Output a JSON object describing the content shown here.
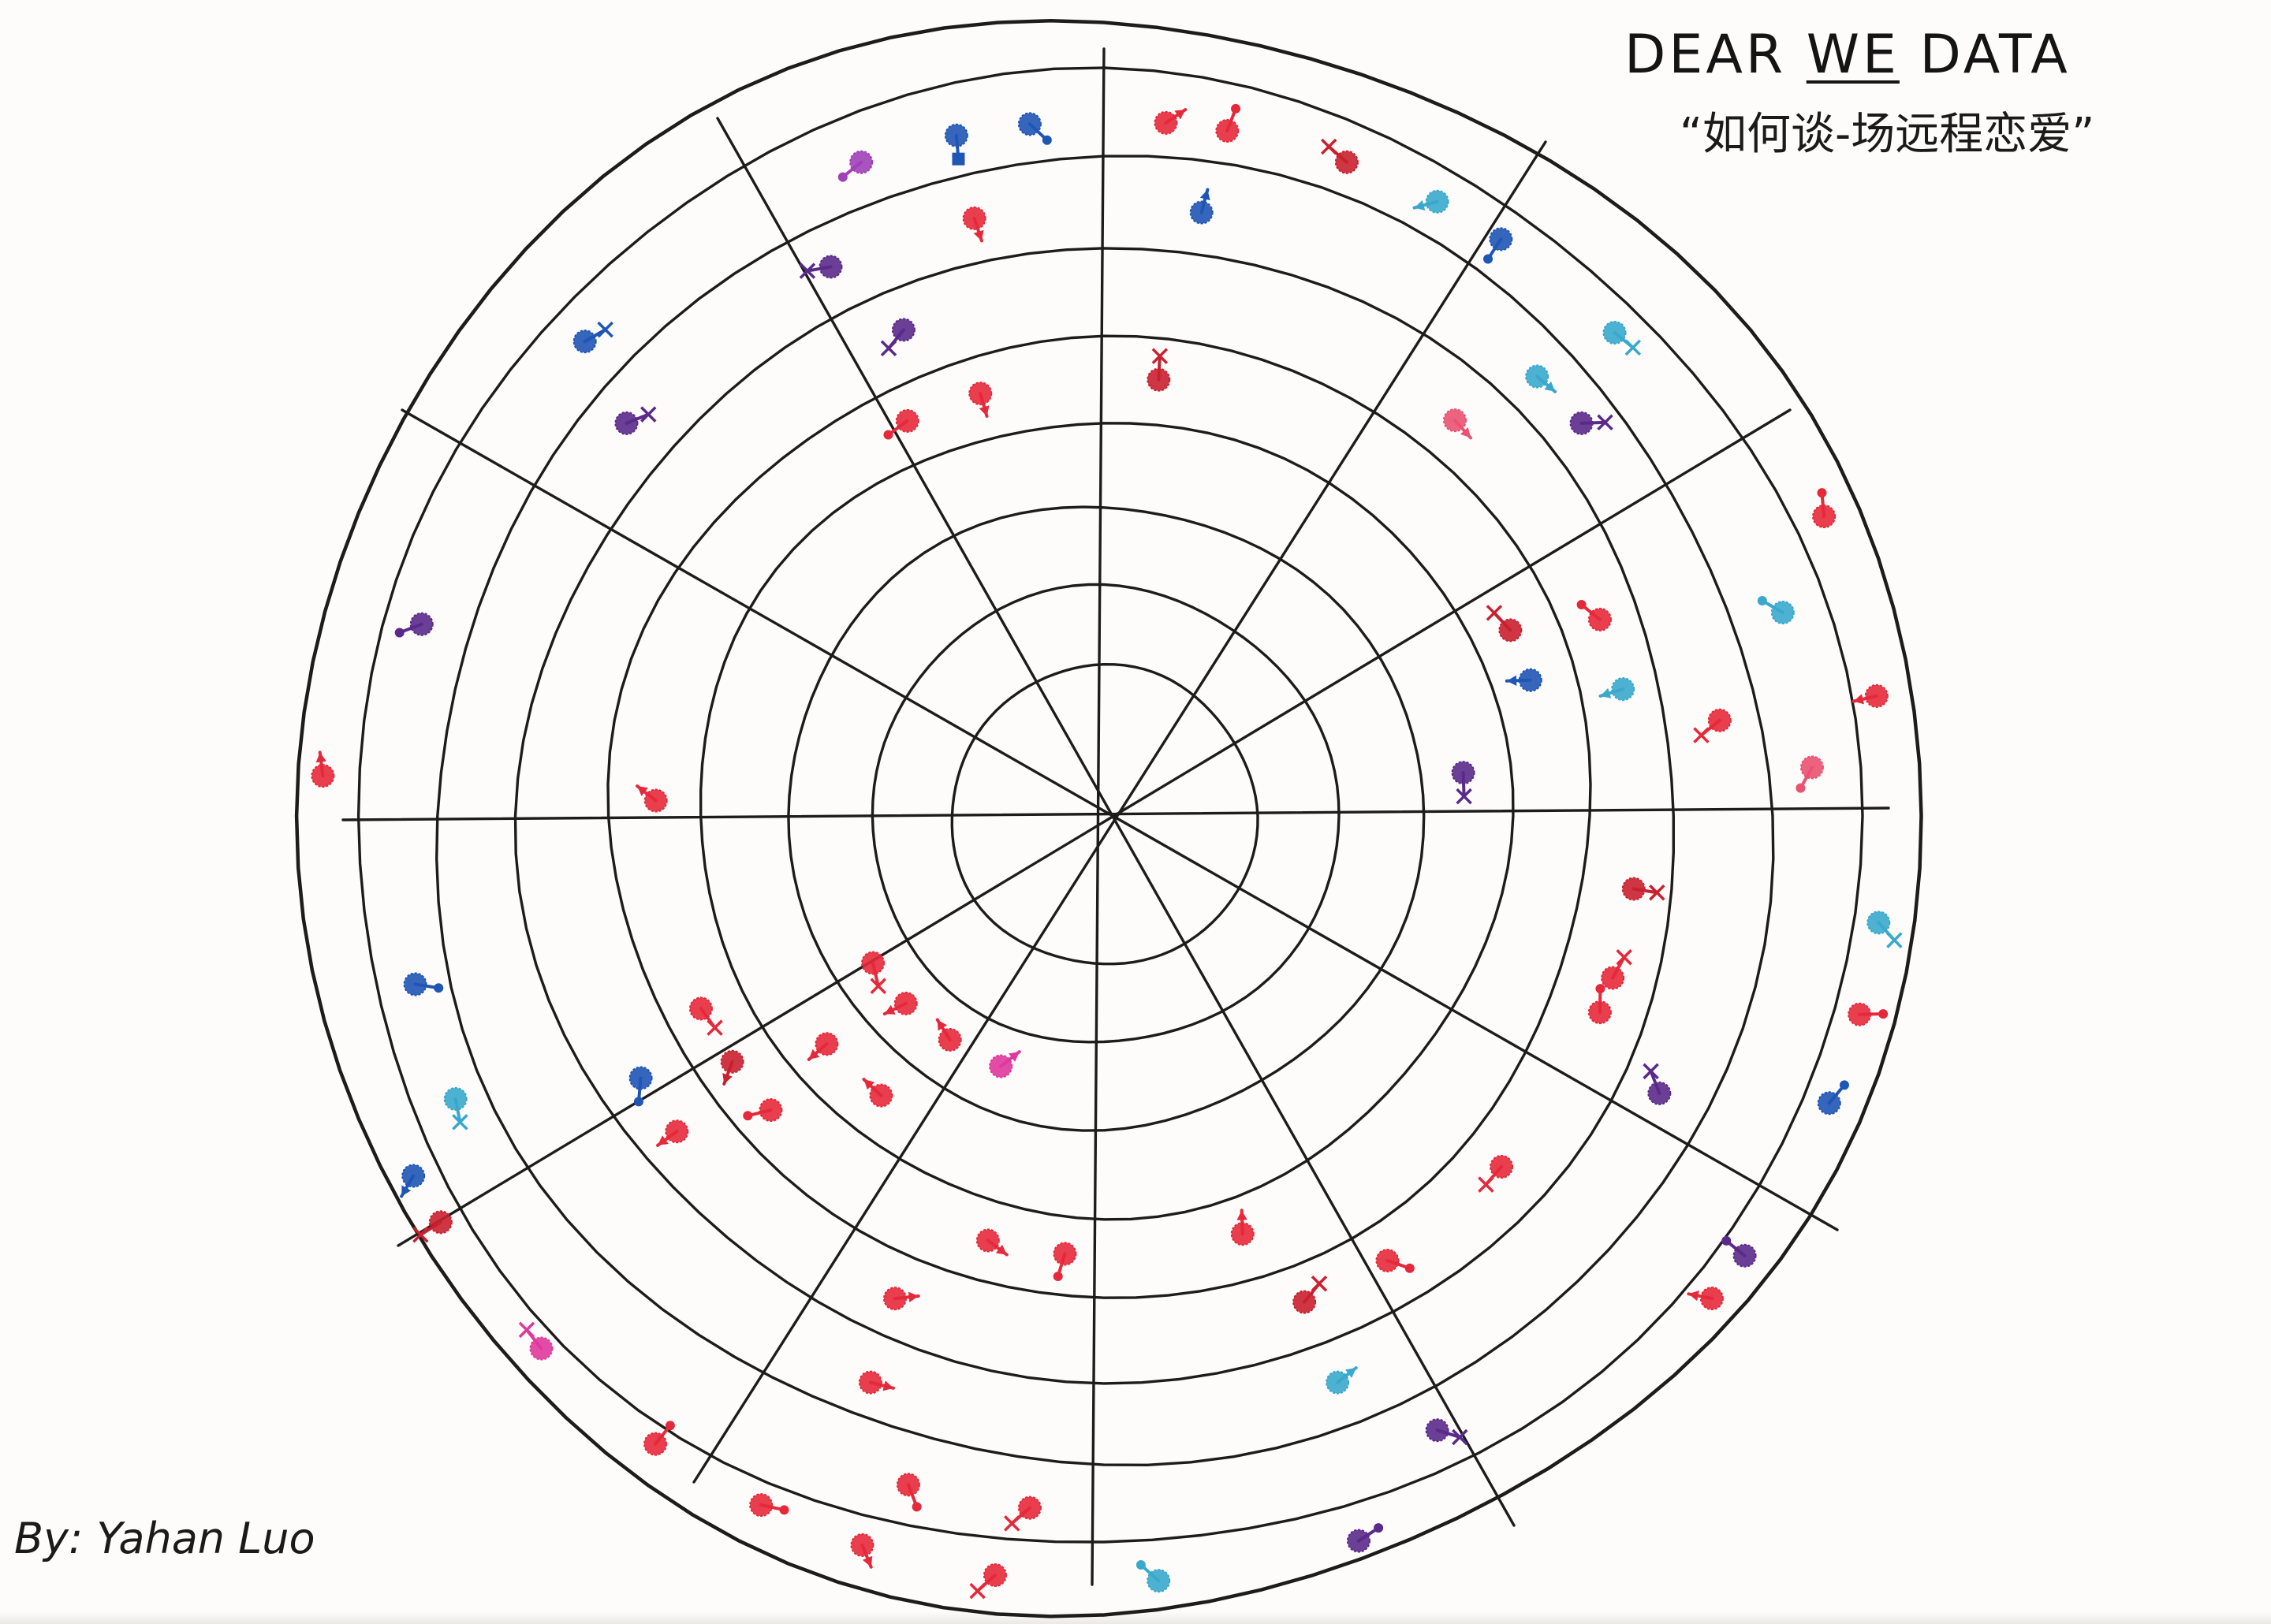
{
  "title": {
    "before": "DEAR ",
    "emphasis": "WE",
    "after": " DATA"
  },
  "subtitle": "“如何谈-场远程恋爱”",
  "byline": "By: Yahan Luo",
  "ink": {
    "lines": "#1c1c1c",
    "red": "#e5293a",
    "crimson": "#c9202f",
    "pink": "#ea5272",
    "magenta": "#e0389c",
    "cyan": "#3aa8cc",
    "blue": "#1f55b4",
    "purple": "#5a2a8a",
    "violet": "#a040b8"
  },
  "glyphs": [
    {
      "ring": 7,
      "deg": 85,
      "color": "red",
      "tail": "arrow"
    },
    {
      "ring": 7,
      "deg": 70,
      "color": "crimson",
      "tail": "cross"
    },
    {
      "ring": 7,
      "deg": 80,
      "color": "red",
      "tail": "dot"
    },
    {
      "ring": 7,
      "deg": 96,
      "color": "blue",
      "tail": "dot"
    },
    {
      "ring": 7,
      "deg": 102,
      "color": "blue",
      "tail": "square"
    },
    {
      "ring": 7,
      "deg": 110,
      "color": "violet",
      "tail": "dot"
    },
    {
      "ring": 7,
      "deg": 62,
      "color": "cyan",
      "tail": "arrow"
    },
    {
      "ring": 7,
      "deg": 56,
      "color": "blue",
      "tail": "dot"
    },
    {
      "ring": 7,
      "deg": 44,
      "color": "cyan",
      "tail": "cross"
    },
    {
      "ring": 6,
      "deg": 46,
      "color": "cyan",
      "tail": "arrow"
    },
    {
      "ring": 6,
      "deg": 40,
      "color": "purple",
      "tail": "cross"
    },
    {
      "ring": 5,
      "deg": 49,
      "color": "pink",
      "tail": "arrow"
    },
    {
      "ring": 6,
      "deg": 81,
      "color": "blue",
      "tail": "arrow"
    },
    {
      "ring": 6,
      "deg": 102,
      "color": "red",
      "tail": "arrow"
    },
    {
      "ring": 6,
      "deg": 116,
      "color": "purple",
      "tail": "cross"
    },
    {
      "ring": 5,
      "deg": 112,
      "color": "purple",
      "tail": "cross"
    },
    {
      "ring": 4,
      "deg": 116,
      "color": "red",
      "tail": "dot"
    },
    {
      "ring": 4,
      "deg": 106,
      "color": "red",
      "tail": "arrow"
    },
    {
      "ring": 4,
      "deg": 83,
      "color": "crimson",
      "tail": "cross"
    },
    {
      "ring": 7,
      "deg": 137,
      "color": "blue",
      "tail": "cross"
    },
    {
      "ring": 6,
      "deg": 140,
      "color": "purple",
      "tail": "cross"
    },
    {
      "ring": 7,
      "deg": 164,
      "color": "purple",
      "tail": "dot"
    },
    {
      "ring": 8,
      "deg": 177,
      "color": "red",
      "tail": "arrow"
    },
    {
      "ring": 4,
      "deg": 178,
      "color": "red",
      "tail": "arrow"
    },
    {
      "ring": 8,
      "deg": 23,
      "color": "red",
      "tail": "dot"
    },
    {
      "ring": 7,
      "deg": 17,
      "color": "cyan",
      "tail": "dot"
    },
    {
      "ring": 8,
      "deg": 9,
      "color": "red",
      "tail": "arrow"
    },
    {
      "ring": 7,
      "deg": 4,
      "color": "pink",
      "tail": "dot"
    },
    {
      "ring": 6,
      "deg": 9,
      "color": "red",
      "tail": "cross"
    },
    {
      "ring": 5,
      "deg": 14,
      "color": "cyan",
      "tail": "arrow"
    },
    {
      "ring": 5,
      "deg": 22,
      "color": "red",
      "tail": "dot"
    },
    {
      "ring": 4,
      "deg": 18,
      "color": "blue",
      "tail": "arrow"
    },
    {
      "ring": 3,
      "deg": 7,
      "color": "purple",
      "tail": "cross"
    },
    {
      "ring": 4,
      "deg": 25,
      "color": "crimson",
      "tail": "cross"
    },
    {
      "ring": 8,
      "deg": -8,
      "color": "cyan",
      "tail": "cross"
    },
    {
      "ring": 8,
      "deg": -15,
      "color": "red",
      "tail": "dot"
    },
    {
      "ring": 8,
      "deg": -22,
      "color": "blue",
      "tail": "dot"
    },
    {
      "ring": 5,
      "deg": -8,
      "color": "crimson",
      "tail": "cross"
    },
    {
      "ring": 5,
      "deg": -18,
      "color": "red",
      "tail": "cross"
    },
    {
      "ring": 5,
      "deg": -22,
      "color": "red",
      "tail": "dot"
    },
    {
      "ring": 6,
      "deg": -27,
      "color": "purple",
      "tail": "cross"
    },
    {
      "ring": 8,
      "deg": -35,
      "color": "purple",
      "tail": "dot"
    },
    {
      "ring": 8,
      "deg": -39,
      "color": "red",
      "tail": "arrow"
    },
    {
      "ring": 5,
      "deg": -42,
      "color": "red",
      "tail": "cross"
    },
    {
      "ring": 5,
      "deg": -58,
      "color": "red",
      "tail": "dot"
    },
    {
      "ring": 5,
      "deg": -68,
      "color": "crimson",
      "tail": "cross"
    },
    {
      "ring": 4,
      "deg": -72,
      "color": "red",
      "tail": "arrow"
    },
    {
      "ring": 6,
      "deg": -68,
      "color": "cyan",
      "tail": "arrow"
    },
    {
      "ring": 7,
      "deg": -62,
      "color": "purple",
      "tail": "cross"
    },
    {
      "ring": 8,
      "deg": -71,
      "color": "purple",
      "tail": "dot"
    },
    {
      "ring": 8,
      "deg": -86,
      "color": "cyan",
      "tail": "dot"
    },
    {
      "ring": 4,
      "deg": -105,
      "color": "red",
      "tail": "arrow"
    },
    {
      "ring": 4,
      "deg": -95,
      "color": "red",
      "tail": "dot"
    },
    {
      "ring": 5,
      "deg": -113,
      "color": "red",
      "tail": "arrow"
    },
    {
      "ring": 6,
      "deg": -112,
      "color": "red",
      "tail": "arrow"
    },
    {
      "ring": 7,
      "deg": -96,
      "color": "red",
      "tail": "cross"
    },
    {
      "ring": 7,
      "deg": -106,
      "color": "red",
      "tail": "dot"
    },
    {
      "ring": 8,
      "deg": -98,
      "color": "red",
      "tail": "cross"
    },
    {
      "ring": 8,
      "deg": -108,
      "color": "red",
      "tail": "arrow"
    },
    {
      "ring": 8,
      "deg": -116,
      "color": "red",
      "tail": "dot"
    },
    {
      "ring": 8,
      "deg": -125,
      "color": "red",
      "tail": "dot"
    },
    {
      "ring": 8,
      "deg": -136,
      "color": "magenta",
      "tail": "cross"
    },
    {
      "ring": 8,
      "deg": -148,
      "color": "crimson",
      "tail": "cross"
    },
    {
      "ring": 8,
      "deg": -152,
      "color": "blue",
      "tail": "arrow"
    },
    {
      "ring": 7,
      "deg": -156,
      "color": "cyan",
      "tail": "cross"
    },
    {
      "ring": 7,
      "deg": -166,
      "color": "blue",
      "tail": "dot"
    },
    {
      "ring": 2,
      "deg": -112,
      "color": "magenta",
      "tail": "arrow"
    },
    {
      "ring": 2,
      "deg": -124,
      "color": "red",
      "tail": "arrow"
    },
    {
      "ring": 2,
      "deg": -136,
      "color": "red",
      "tail": "arrow"
    },
    {
      "ring": 2,
      "deg": -147,
      "color": "red",
      "tail": "cross"
    },
    {
      "ring": 3,
      "deg": -128,
      "color": "red",
      "tail": "arrow"
    },
    {
      "ring": 3,
      "deg": -140,
      "color": "red",
      "tail": "arrow"
    },
    {
      "ring": 4,
      "deg": -138,
      "color": "red",
      "tail": "dot"
    },
    {
      "ring": 4,
      "deg": -146,
      "color": "crimson",
      "tail": "arrow"
    },
    {
      "ring": 5,
      "deg": -143,
      "color": "red",
      "tail": "arrow"
    },
    {
      "ring": 5,
      "deg": -150,
      "color": "blue",
      "tail": "dot"
    },
    {
      "ring": 4,
      "deg": -154,
      "color": "red",
      "tail": "cross"
    }
  ]
}
